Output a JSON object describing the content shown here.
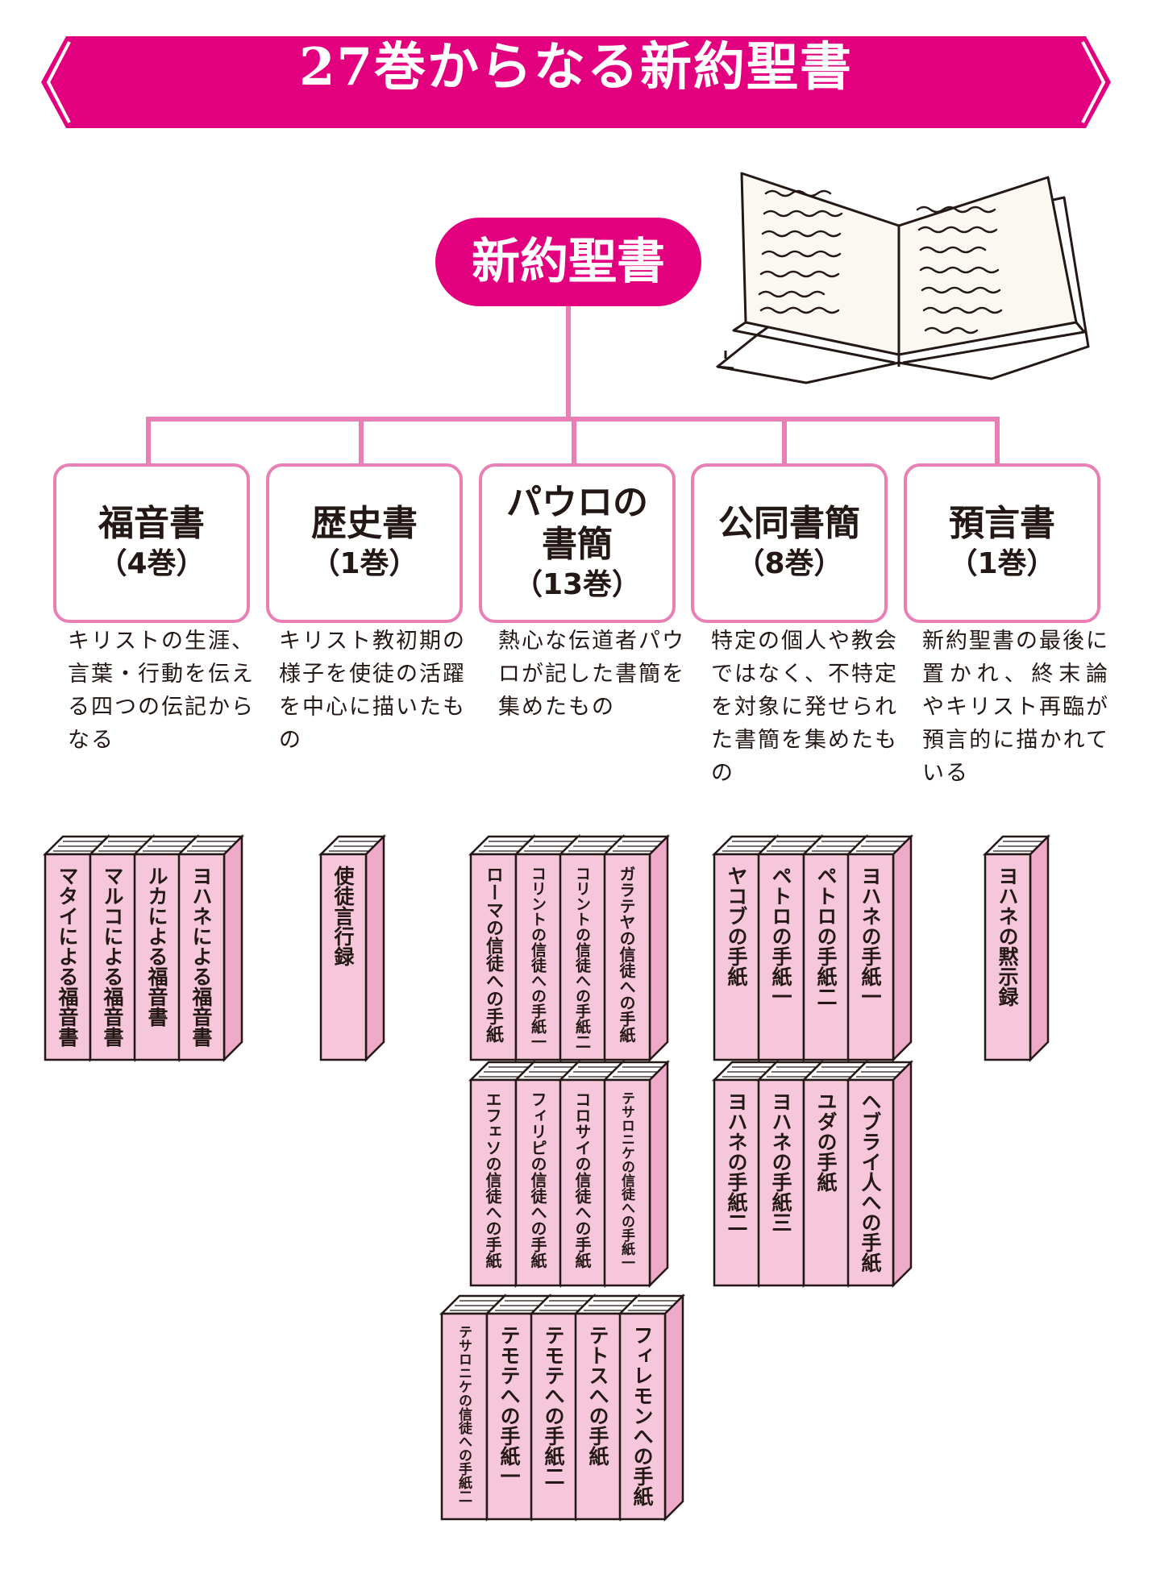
{
  "title": "27巻からなる新約聖書",
  "root": "新約聖書",
  "colors": {
    "accent": "#e3007f",
    "line": "#e97fb4",
    "book": "#f6c6da",
    "book_shade": "#eeaac9"
  },
  "categories": [
    {
      "name": "福音書",
      "count": "（4巻）",
      "description": "キリストの生涯、言葉・行動を伝える四つの伝記からなる",
      "books": [
        "マタイによる福音書",
        "マルコによる福音書",
        "ルカによる福音書",
        "ヨハネによる福音書"
      ]
    },
    {
      "name": "歴史書",
      "count": "（1巻）",
      "description": "キリスト教初期の様子を使徒の活躍を中心に描いたもの",
      "books": [
        "使徒言行録"
      ]
    },
    {
      "name": "パウロの書簡",
      "name_lines": [
        "パウロの",
        "書簡"
      ],
      "count": "（13巻）",
      "description": "熱心な伝道者パウロが記した書簡を集めたもの",
      "books": [
        "ローマの信徒への手紙",
        "コリントの信徒への手紙一",
        "コリントの信徒への手紙二",
        "ガラテヤの信徒への手紙",
        "エフェソの信徒への手紙",
        "フィリピの信徒への手紙",
        "コロサイの信徒への手紙",
        "テサロニケの信徒への手紙一",
        "テサロニケの信徒への手紙二",
        "テモテへの手紙一",
        "テモテへの手紙二",
        "テトスへの手紙",
        "フィレモンへの手紙"
      ]
    },
    {
      "name": "公同書簡",
      "count": "（8巻）",
      "description": "特定の個人や教会ではなく、不特定を対象に発せられた書簡を集めたもの",
      "books": [
        "ヤコブの手紙",
        "ペトロの手紙一",
        "ペトロの手紙二",
        "ヨハネの手紙一",
        "ヨハネの手紙二",
        "ヨハネの手紙三",
        "ユダの手紙",
        "ヘブライ人への手紙"
      ]
    },
    {
      "name": "預言書",
      "count": "（1巻）",
      "description": "新約聖書の最後に置かれ、終末論やキリスト再臨が預言的に描かれている",
      "books": [
        "ヨハネの黙示録"
      ]
    }
  ]
}
